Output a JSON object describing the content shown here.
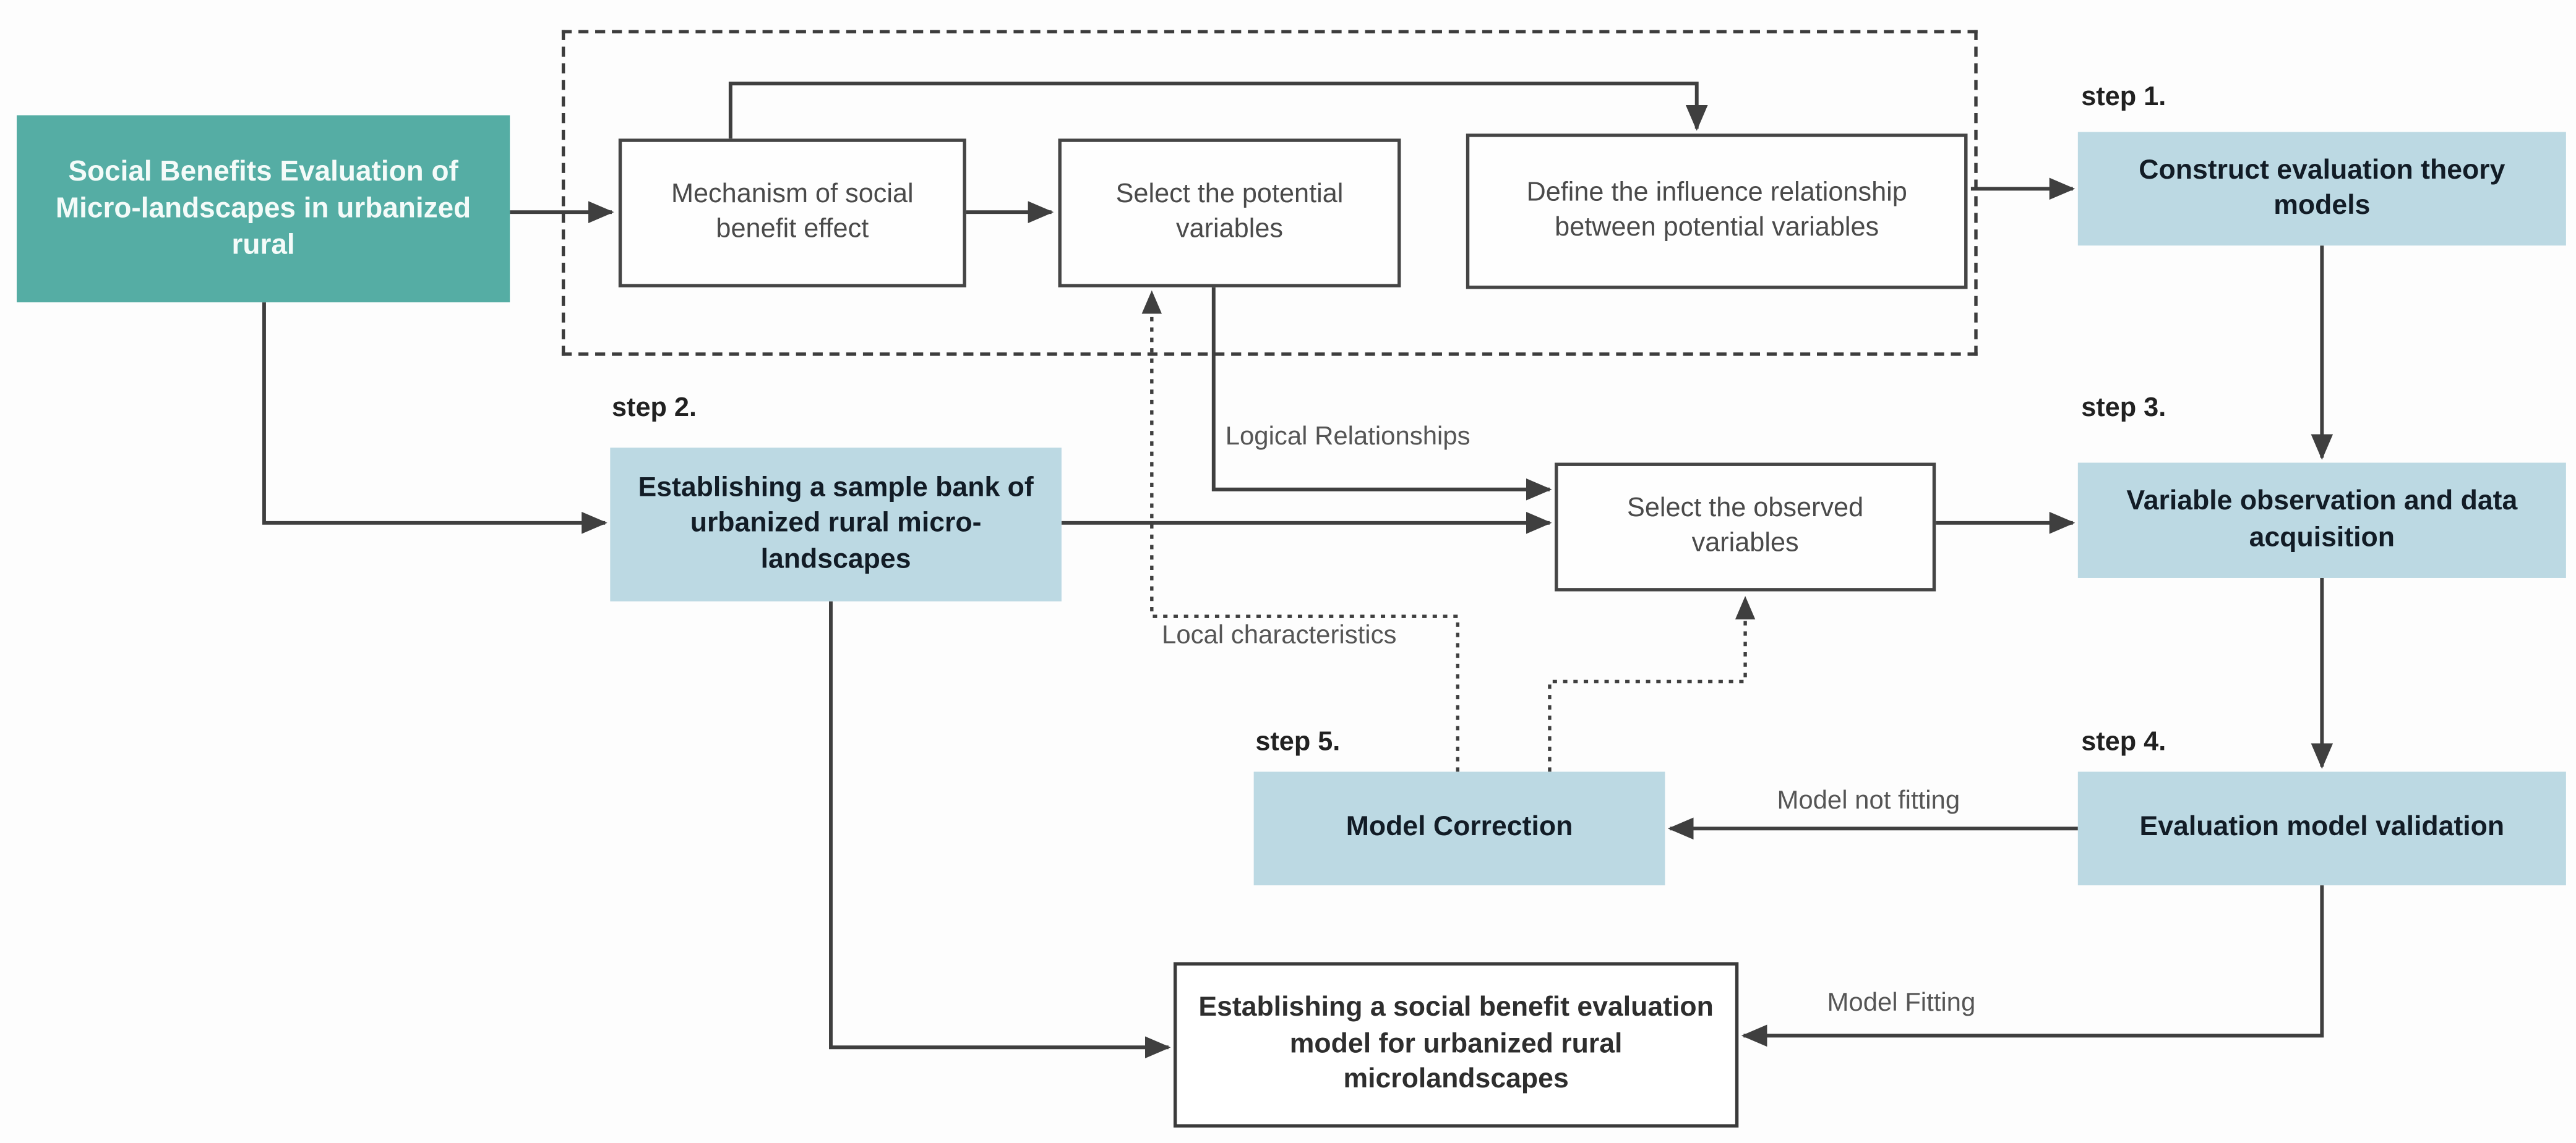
{
  "colors": {
    "teal": "#55ada4",
    "light_blue": "#bcd9e3",
    "line": "#3f3f3f",
    "step_text": "#121c26",
    "box_text": "#4a4a4a",
    "label_text": "#555555"
  },
  "diagram": {
    "root": {
      "label": "Social Benefits Evaluation of Micro-landscapes in urbanized rural"
    },
    "theory_group": {
      "mechanism": "Mechanism of social benefit effect",
      "potential": "Select the potential variables",
      "define": "Define the influence relationship between potential variables"
    },
    "observed": "Select the observed variables",
    "final": "Establishing a social benefit evaluation model for urbanized rural microlandscapes",
    "steps": [
      {
        "label": "step 1.",
        "title": "Construct evaluation theory models"
      },
      {
        "label": "step 2.",
        "title": "Establishing a sample bank of urbanized rural micro-landscapes"
      },
      {
        "label": "step 3.",
        "title": "Variable observation and data acquisition"
      },
      {
        "label": "step 4.",
        "title": "Evaluation model validation"
      },
      {
        "label": "step 5.",
        "title": "Model Correction"
      }
    ],
    "edge_labels": {
      "logical": "Logical Relationships",
      "local": "Local characteristics",
      "not_fitting": "Model not fitting",
      "fitting": "Model Fitting"
    }
  }
}
